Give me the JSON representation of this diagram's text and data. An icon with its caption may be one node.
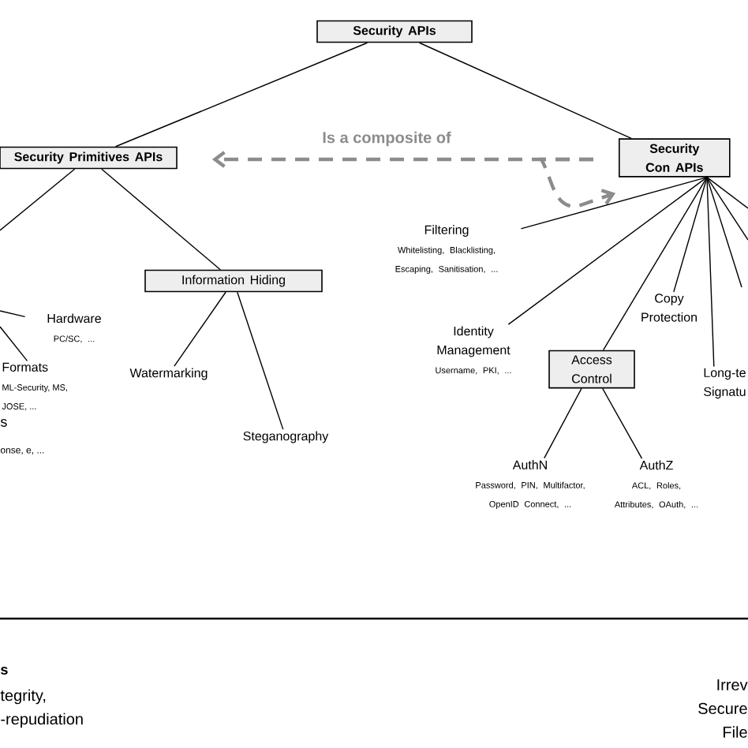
{
  "diagram": {
    "nodes": [
      {
        "text": [
          "Security APIs"
        ]
      },
      {
        "text": [
          "Security Primitives APIs"
        ]
      },
      {
        "text": [
          "Security Con APIs"
        ]
      },
      {
        "text": [
          "Hardware",
          "PC/SC, ..."
        ]
      },
      {
        "text": [
          "Formats",
          "ML-Security, MS, JOSE, ..."
        ]
      },
      {
        "text": [
          "Information Hiding"
        ]
      },
      {
        "text": [
          "Watermarking"
        ]
      },
      {
        "text": [
          "Steganography"
        ]
      },
      {
        "text": [
          "Filtering",
          "Whitelisting, Blacklisting, Escaping, Sanitisation, ..."
        ]
      },
      {
        "text": [
          "Identity Management",
          "Username, PKI, ..."
        ]
      },
      {
        "text": [
          "Access Control"
        ]
      },
      {
        "text": [
          "Copy Protection"
        ]
      },
      {
        "text": [
          "Long-te Signatu"
        ]
      },
      {
        "text": [
          "AuthN",
          "Password, PIN, Multifactor, OpenID Connect, ..."
        ]
      },
      {
        "text": [
          "AuthZ",
          "ACL, Roles, Attributes, OAuth, ..."
        ]
      }
    ],
    "edges": [
      {
        "from": 0,
        "to": 1,
        "arrow": "none"
      },
      {
        "from": 0,
        "to": 2,
        "arrow": "none"
      },
      {
        "from": 2,
        "to": 1,
        "arrow": "to",
        "label": "Is a composite of",
        "style": "dashed",
        "color": "#8c8c8c"
      },
      {
        "from": 2,
        "to": 2,
        "arrow": "to",
        "style": "dashed",
        "color": "#8c8c8c"
      },
      {
        "from": 1,
        "to": null,
        "arrow": "none"
      },
      {
        "from": null,
        "to": 3,
        "arrow": "none"
      },
      {
        "from": null,
        "to": 4,
        "arrow": "none"
      },
      {
        "from": 1,
        "to": 5,
        "arrow": "none"
      },
      {
        "from": 5,
        "to": 6,
        "arrow": "none"
      },
      {
        "from": 5,
        "to": 7,
        "arrow": "none"
      },
      {
        "from": 2,
        "to": 8,
        "arrow": "none"
      },
      {
        "from": 2,
        "to": 9,
        "arrow": "none"
      },
      {
        "from": 2,
        "to": 10,
        "arrow": "none"
      },
      {
        "from": 2,
        "to": 11,
        "arrow": "none"
      },
      {
        "from": 2,
        "to": 12,
        "arrow": "none"
      },
      {
        "from": 2,
        "to": null,
        "arrow": "none"
      },
      {
        "from": 2,
        "to": null,
        "arrow": "none"
      },
      {
        "from": 2,
        "to": null,
        "arrow": "none"
      },
      {
        "from": 10,
        "to": 13,
        "arrow": "none"
      },
      {
        "from": 10,
        "to": 14,
        "arrow": "none"
      }
    ],
    "labels": [
      "s",
      "onse, e, ...",
      "s",
      "tegrity, -repudiation",
      "Irrev Secure File"
    ]
  }
}
